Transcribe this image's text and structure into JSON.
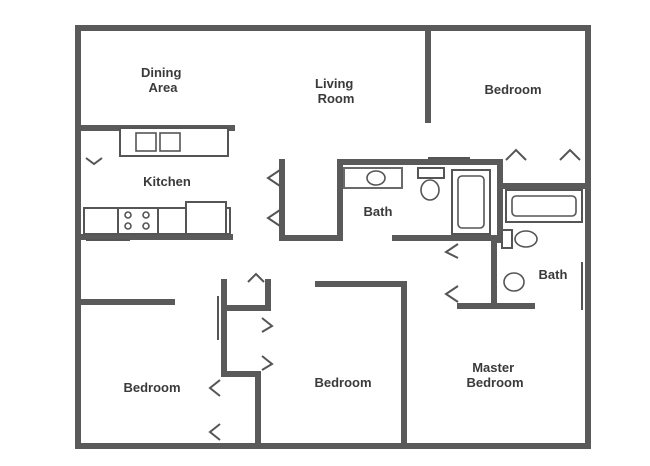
{
  "plan": {
    "rooms": {
      "dining": [
        "Dining",
        "Area"
      ],
      "living": [
        "Living",
        "Room"
      ],
      "bedroom_top_right": "Bedroom",
      "kitchen": "Kitchen",
      "bath_center": "Bath",
      "bath_right": "Bath",
      "bedroom_bottom_left": "Bedroom",
      "bedroom_bottom_center": "Bedroom",
      "master": [
        "Master",
        "Bedroom"
      ]
    }
  }
}
